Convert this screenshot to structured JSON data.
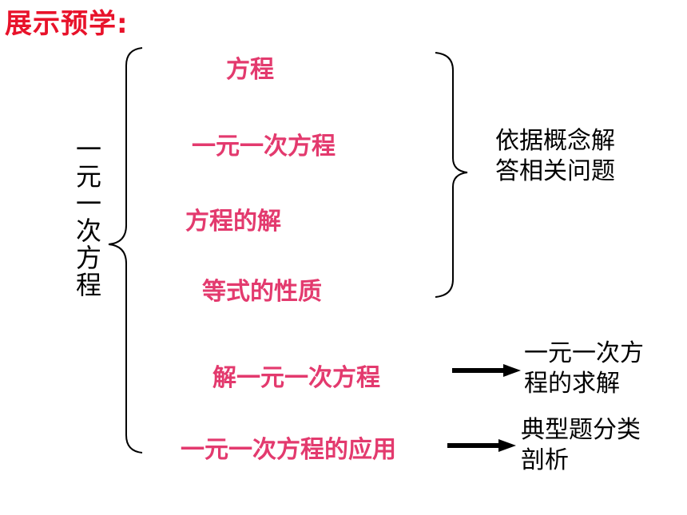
{
  "title": "展示预学:",
  "root": "一元一次方程",
  "topics": [
    "方程",
    "一元一次方程",
    "方程的解",
    "等式的性质",
    "解一元一次方程",
    "一元一次方程的应用"
  ],
  "notes": {
    "concepts": [
      "依据概念解",
      "答相关问题"
    ],
    "solving": [
      "一元一次方",
      "程的求解"
    ],
    "application": [
      "典型题分类",
      "剖析"
    ]
  },
  "colors": {
    "title": "#e8122a",
    "topic": "#e33a6e",
    "text": "#000000"
  }
}
